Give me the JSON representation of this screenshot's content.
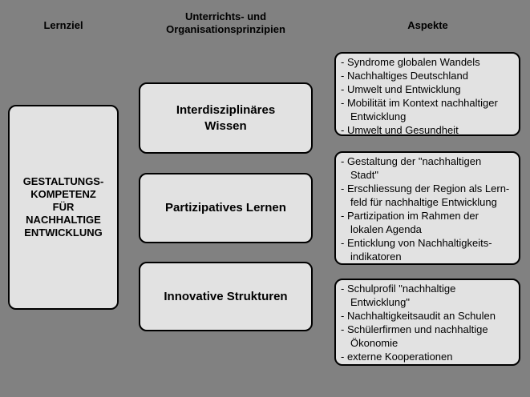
{
  "headers": {
    "lernziel": "Lernziel",
    "prinzipien": "Unterrichts- und\nOrganisationsprinzipien",
    "aspekte": "Aspekte"
  },
  "lernziel_box": {
    "text": "GESTALTUNGS-\nKOMPETENZ\nFÜR\nNACHHALTIGE\nENTWICKLUNG"
  },
  "prinzipien_boxes": [
    {
      "label": "Interdisziplinäres\nWissen"
    },
    {
      "label": "Partizipatives Lernen"
    },
    {
      "label": "Innovative Strukturen"
    }
  ],
  "aspekte_boxes": [
    {
      "items": [
        "- Syndrome globalen Wandels",
        "- Nachhaltiges Deutschland",
        "- Umwelt und Entwicklung",
        "- Mobilität im Kontext nachhaltiger\nEntwicklung",
        "- Umwelt und Gesundheit"
      ]
    },
    {
      "items": [
        "- Gestaltung der \"nachhaltigen\nStadt\"",
        "- Erschliessung der Region als Lern-\nfeld für nachhaltige Entwicklung",
        "- Partizipation im Rahmen der\nlokalen Agenda",
        "- Enticklung von Nachhaltigkeits-\nindikatoren"
      ]
    },
    {
      "items": [
        "- Schulprofil \"nachhaltige\nEntwicklung\"",
        "- Nachhaltigkeitsaudit an Schulen",
        "- Schülerfirmen und nachhaltige\nÖkonomie",
        "- externe Kooperationen"
      ]
    }
  ],
  "colors": {
    "background": "#818181",
    "box_fill": "#e2e2e2",
    "border": "#000000",
    "text": "#000000"
  }
}
